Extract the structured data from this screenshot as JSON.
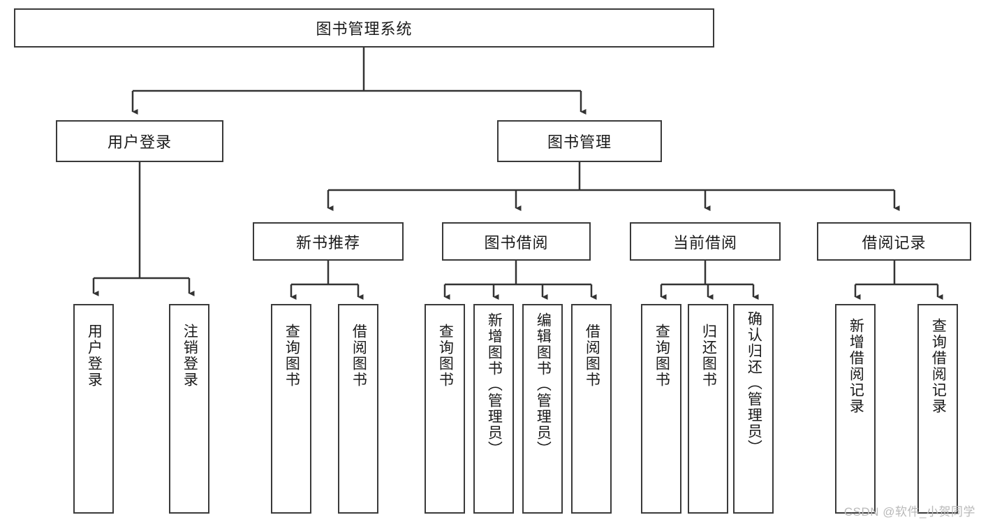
{
  "diagram": {
    "title": "图书管理系统",
    "type": "hierarchy-tree",
    "watermark": "CSDN @软件_小贺同学",
    "colors": {
      "box_border": "#3a3a3a",
      "box_fill": "#ffffff",
      "line": "#333333",
      "text": "#1a1a1a",
      "watermark": "#b9b9b9"
    },
    "root": {
      "label": "图书管理系统"
    },
    "level2": [
      {
        "label": "用户登录"
      },
      {
        "label": "图书管理"
      }
    ],
    "level3": [
      {
        "label": "新书推荐"
      },
      {
        "label": "图书借阅"
      },
      {
        "label": "当前借阅"
      },
      {
        "label": "借阅记录"
      }
    ],
    "leaves": {
      "user_login": [
        {
          "label": "用户登录"
        },
        {
          "label": "注销登录"
        }
      ],
      "new_book_recommend": [
        {
          "label": "查询图书"
        },
        {
          "label": "借阅图书"
        }
      ],
      "book_borrow": [
        {
          "label": "查询图书"
        },
        {
          "label": "新增图书（管理员）"
        },
        {
          "label": "编辑图书（管理员）"
        },
        {
          "label": "借阅图书"
        }
      ],
      "current_borrow": [
        {
          "label": "查询图书"
        },
        {
          "label": "归还图书"
        },
        {
          "label": "确认归还（管理员）"
        }
      ],
      "borrow_record": [
        {
          "label": "新增借阅记录"
        },
        {
          "label": "查询借阅记录"
        }
      ]
    }
  }
}
